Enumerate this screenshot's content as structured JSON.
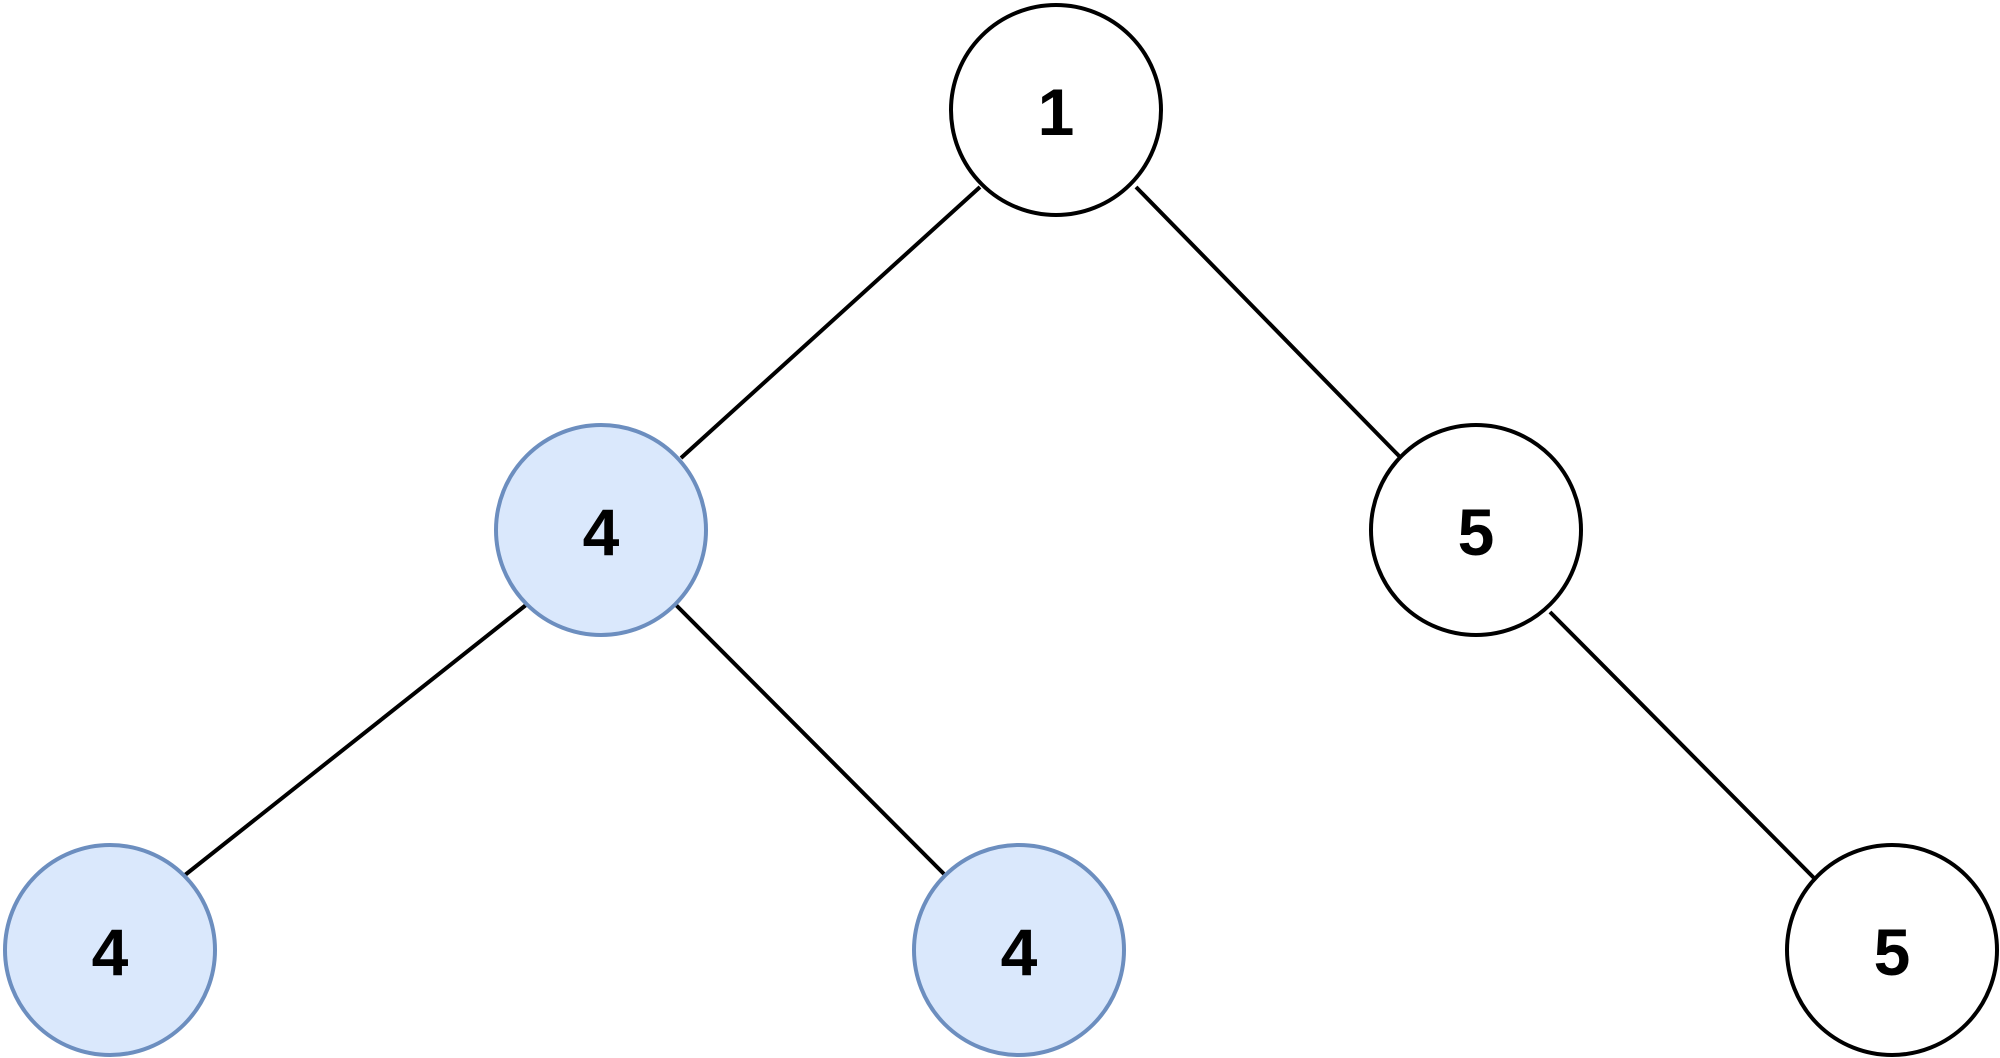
{
  "tree": {
    "nodes": [
      {
        "id": "root",
        "value": "1",
        "highlighted": false
      },
      {
        "id": "left",
        "value": "4",
        "highlighted": true
      },
      {
        "id": "right",
        "value": "5",
        "highlighted": false
      },
      {
        "id": "left-left",
        "value": "4",
        "highlighted": true
      },
      {
        "id": "left-right",
        "value": "4",
        "highlighted": true
      },
      {
        "id": "right-right",
        "value": "5",
        "highlighted": false
      }
    ],
    "edges": [
      {
        "from": "root",
        "to": "left"
      },
      {
        "from": "root",
        "to": "right"
      },
      {
        "from": "left",
        "to": "left-left"
      },
      {
        "from": "left",
        "to": "left-right"
      },
      {
        "from": "right",
        "to": "right-right"
      }
    ]
  },
  "colors": {
    "highlight_fill": "#dae8fc",
    "highlight_stroke": "#6c8ebf",
    "plain_fill": "#ffffff",
    "plain_stroke": "#000000"
  }
}
